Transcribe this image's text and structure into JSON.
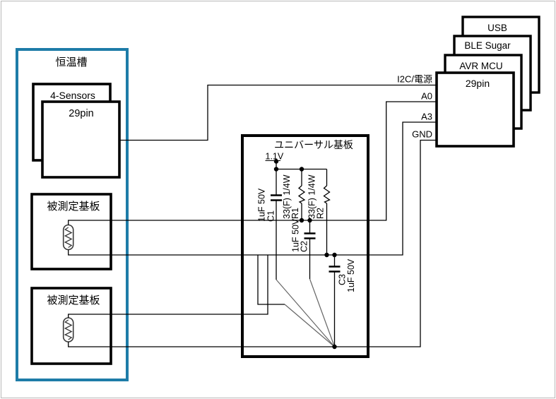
{
  "diagram": {
    "chamber": {
      "title": "恒温槽"
    },
    "sensor_module": {
      "label": "4-Sensors",
      "sublabel": "29pin"
    },
    "dut1": {
      "label": "被測定基板"
    },
    "dut2": {
      "label": "被測定基板"
    },
    "universal_board": {
      "title": "ユニバーサル基板",
      "supply": "1.1V",
      "c1": {
        "value": "1uF 50V",
        "name": "C1"
      },
      "r1": {
        "value": "33(F) 1/4W",
        "name": "R1"
      },
      "r2": {
        "value": "33(F) 1/4W",
        "name": "R2"
      },
      "c2": {
        "value": "1uF 50V",
        "name": "C2"
      },
      "c3": {
        "name": "C3",
        "value": "1uF 50V"
      }
    },
    "mcu_stack": {
      "boxes": [
        "USB",
        "BLE Sugar",
        "AVR MCU"
      ],
      "front": "29pin",
      "pins": [
        "I2C/電源",
        "A0",
        "A3",
        "GND"
      ]
    },
    "colors": {
      "chamber_border": "#1e7ca8",
      "wire": "#000000",
      "diagonal": "#666666",
      "page_border": "#b9b9b9"
    }
  }
}
